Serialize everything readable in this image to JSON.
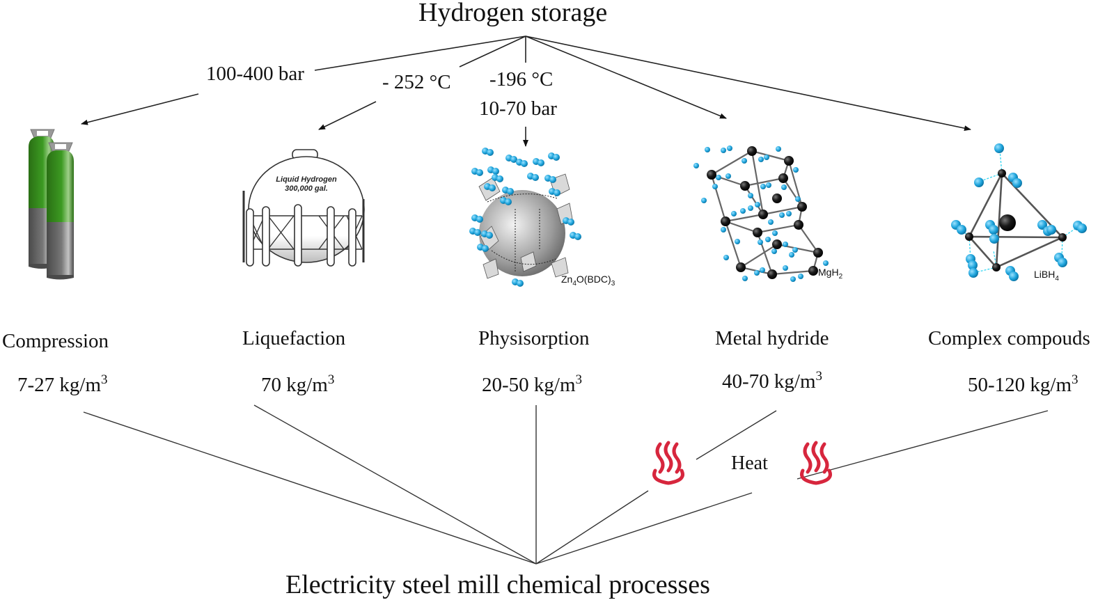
{
  "diagram": {
    "title": "Hydrogen storage",
    "sink_label": "Electricity steel mill chemical processes",
    "heat_label": "Heat",
    "conditions": {
      "compression": "100-400 bar",
      "liquefaction": "- 252 °C",
      "physisorption_temp": "-196 °C",
      "physisorption_pressure": "10-70 bar"
    },
    "methods": [
      {
        "name": "Compression",
        "density": "7-27",
        "unit": "kg/m",
        "unit_sup": "3",
        "image": "gas-cylinders"
      },
      {
        "name": "Liquefaction",
        "density": "70",
        "unit": "kg/m",
        "unit_sup": "3",
        "image": "liquid-hydrogen-tank"
      },
      {
        "name": "Physisorption",
        "density": "20-50",
        "unit": "kg/m",
        "unit_sup": "3",
        "image": "mof-structure"
      },
      {
        "name": "Metal hydride",
        "density": "40-70",
        "unit": "kg/m",
        "unit_sup": "3",
        "image": "mgh2-lattice"
      },
      {
        "name": "Complex compouds",
        "density": "50-120",
        "unit": "kg/m",
        "unit_sup": "3",
        "image": "libh4-tetrahedron"
      }
    ],
    "tank_text": {
      "line1": "Liquid Hydrogen",
      "line2": "300,000 gal."
    },
    "molecule_labels": {
      "mof": {
        "main": "Zn",
        "sub1": "4",
        "mid": "O(BDC)",
        "sub2": "3"
      },
      "metal_hydride": {
        "main": "MgH",
        "sub": "2"
      },
      "complex": {
        "main": "LiBH",
        "sub": "4"
      }
    },
    "colors": {
      "line": "#222222",
      "hydrogen_atom": "#29a8e0",
      "metal_atom": "#1a1a1a",
      "cylinder_green": "#2e7d1a",
      "cylinder_gray": "#666666",
      "heat_icon": "#d7263d"
    }
  }
}
